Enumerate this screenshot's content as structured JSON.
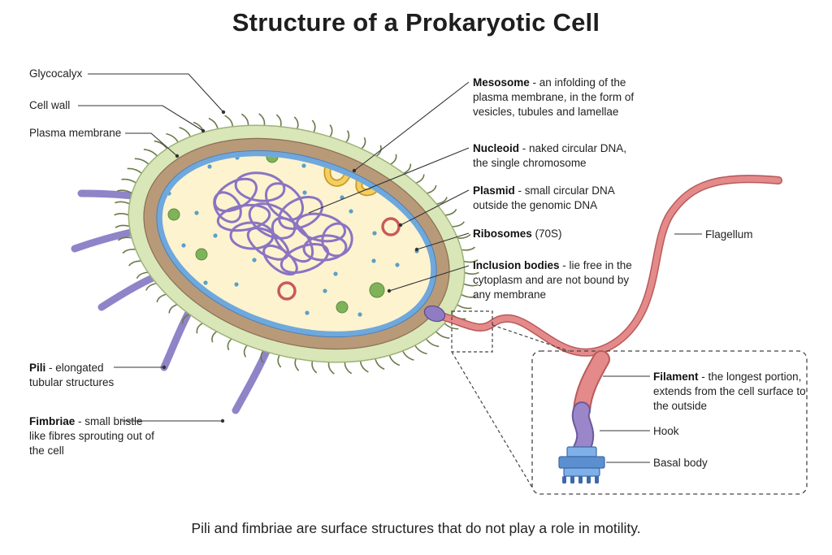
{
  "title": "Structure of a Prokaryotic Cell",
  "labels": {
    "glycocalyx": "Glycocalyx",
    "cell_wall": "Cell wall",
    "plasma_membrane": "Plasma membrane",
    "mesosome": {
      "name": "Mesosome",
      "desc": " - an infolding of the plasma membrane, in the form of vesicles, tubules and lamellae"
    },
    "nucleoid": {
      "name": "Nucleoid",
      "desc": " - naked circular DNA, the single chromosome"
    },
    "plasmid": {
      "name": "Plasmid",
      "desc": " - small circular DNA outside the genomic DNA"
    },
    "ribosomes": {
      "name": "Ribosomes",
      "desc": " (70S)"
    },
    "inclusion_bodies": {
      "name": "Inclusion bodies",
      "desc": " - lie free in the cytoplasm and are not bound by any membrane"
    },
    "flagellum": "Flagellum",
    "pili": {
      "name": "Pili",
      "desc": " - elongated tubular structures"
    },
    "fimbriae": {
      "name": "Fimbriae",
      "desc": " - small bristle like fibres sprouting out of the cell"
    },
    "filament": {
      "name": "Filament",
      "desc": " - the longest portion, extends from the cell surface to the outside"
    },
    "hook": "Hook",
    "basal_body": "Basal body"
  },
  "footnote": "Pili  and fimbriae are surface structures that do not  play a role in motility.",
  "colors": {
    "glycocalyx": "#d8e6b8",
    "cell_wall": "#b89a78",
    "plasma_membrane": "#6fa8dc",
    "cytoplasm": "#fdf3cf",
    "dna": "#9b86c9",
    "flagellum": "#e58a8a",
    "hook": "#9a86c8",
    "basal_body": "#5b8fd0",
    "mesosome": "#f4cf5e",
    "plasmid": "#c85a5a",
    "inclusion": "#7fb35a"
  }
}
